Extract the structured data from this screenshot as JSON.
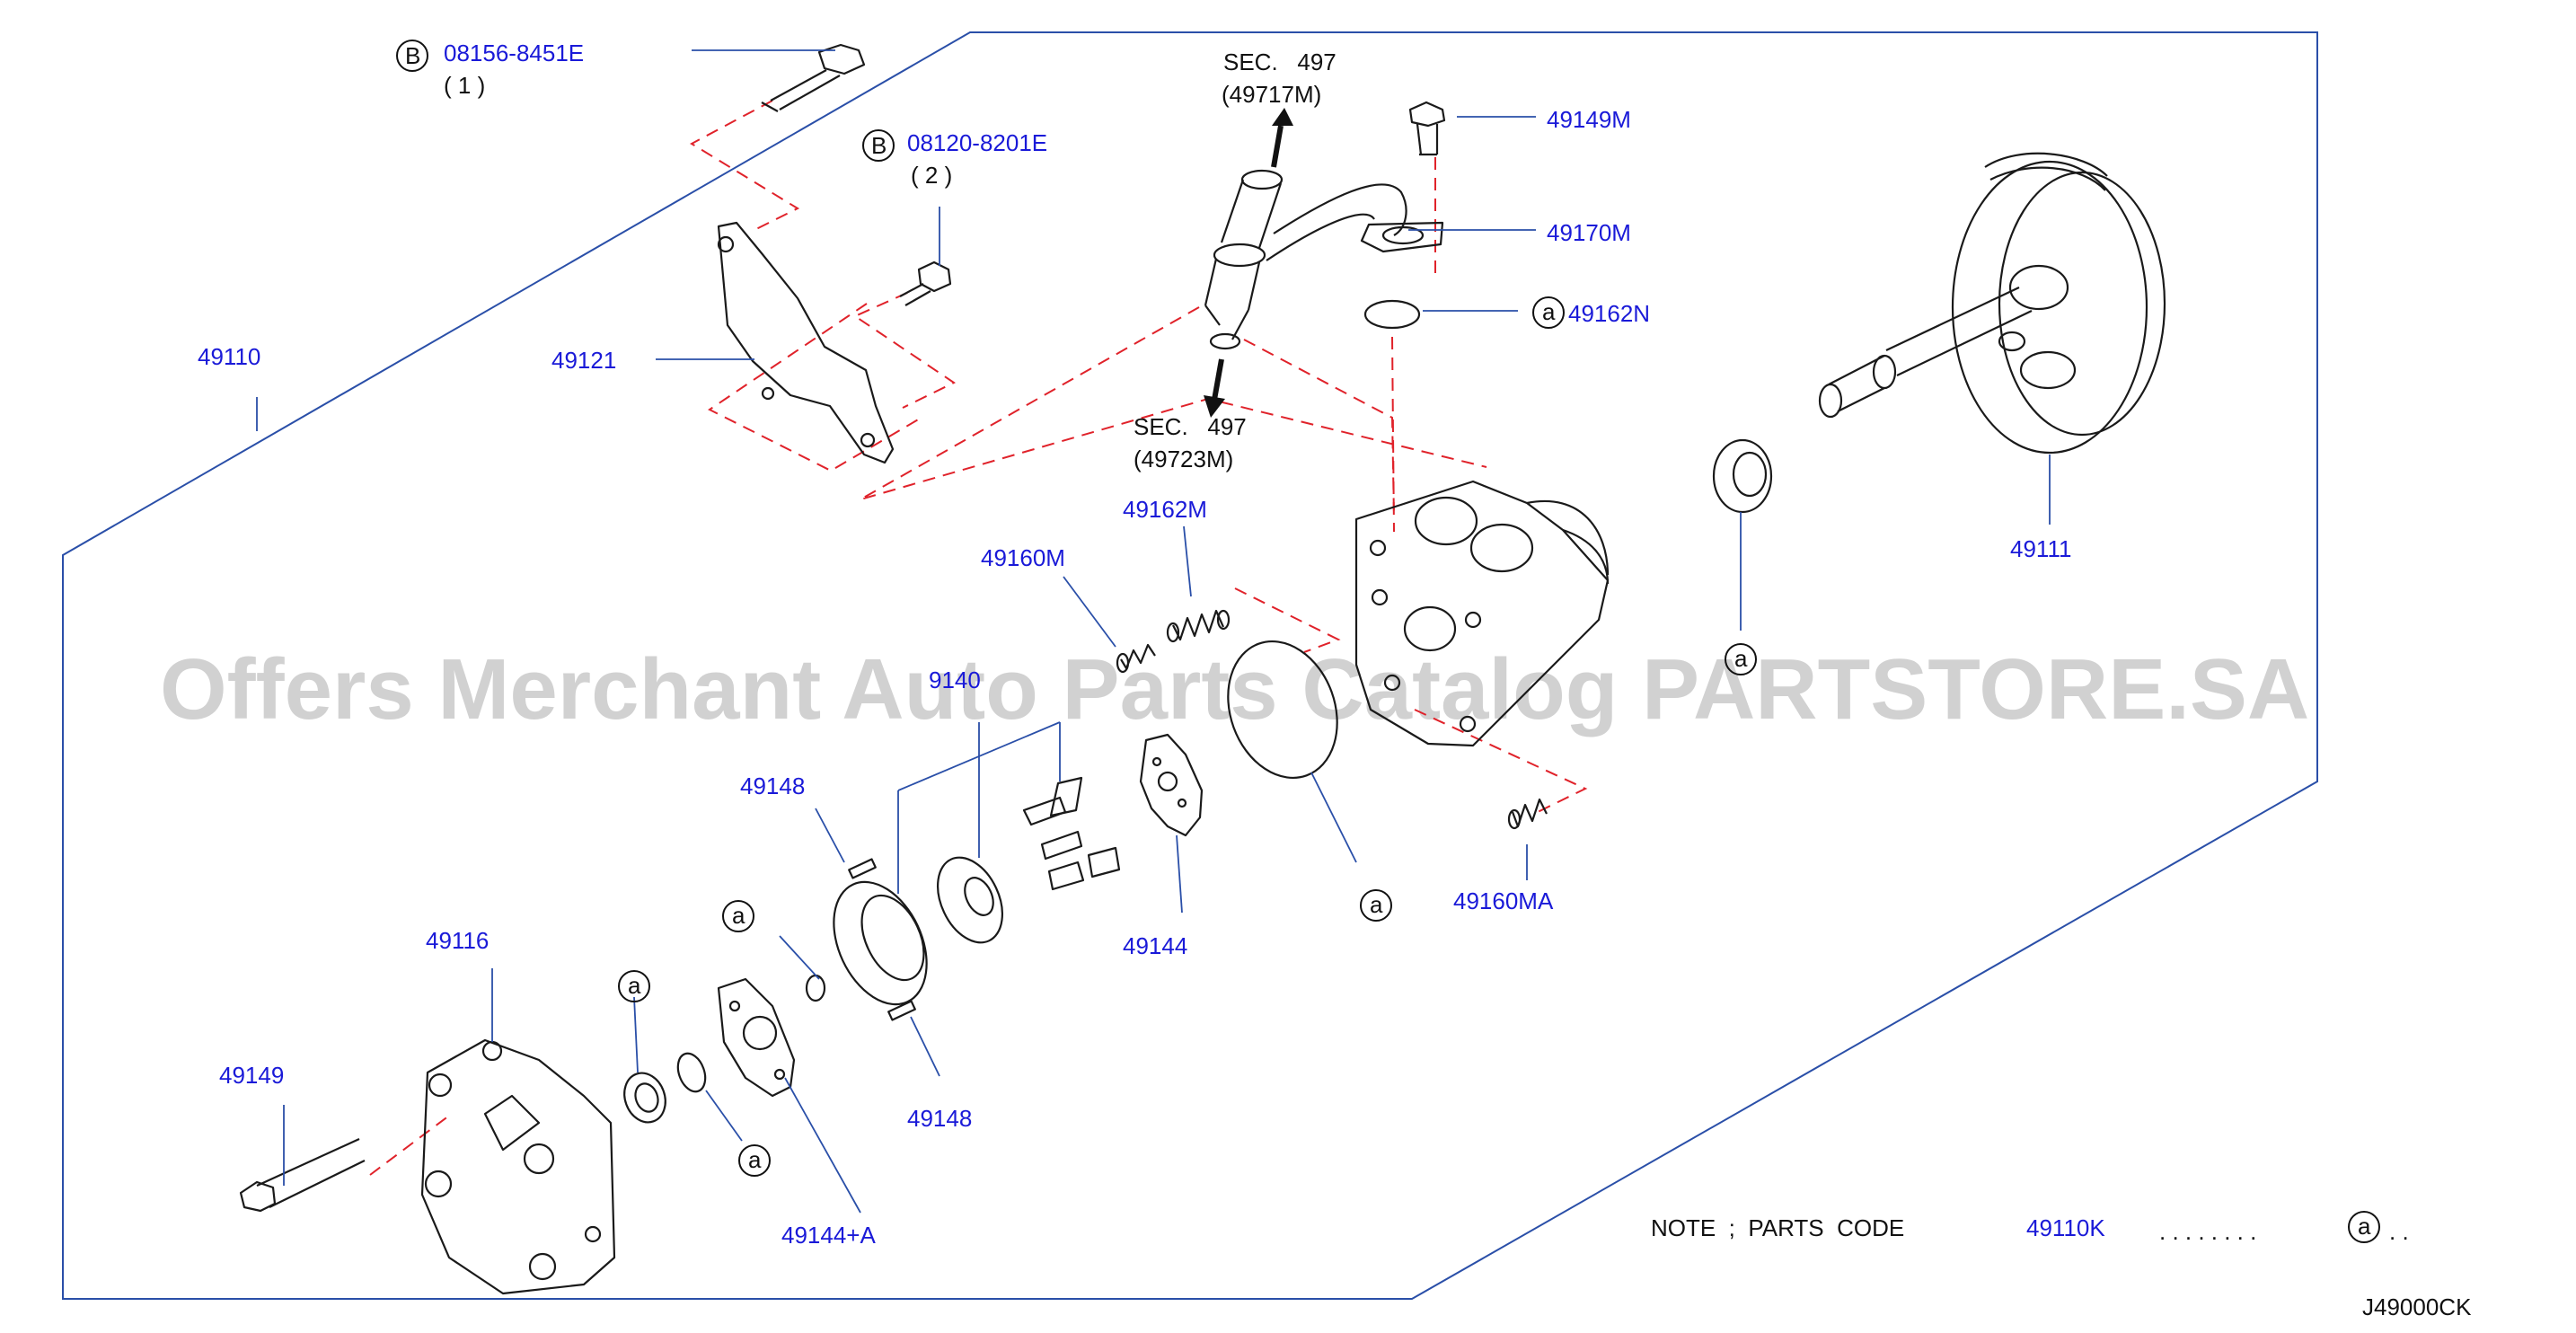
{
  "diagram": {
    "watermark": "Offers Merchant Auto Parts Catalog PARTSTORE.SA",
    "bolt_callouts": [
      {
        "marker": "B",
        "part_no": "08156-8451E",
        "qty": "( 1 )"
      },
      {
        "marker": "B",
        "part_no": "08120-8201E",
        "qty": "( 2 )"
      }
    ],
    "part_labels": {
      "p49110": "49110",
      "p49121": "49121",
      "p49149m": "49149M",
      "p49170m": "49170M",
      "p49162n": "49162N",
      "p49111": "49111",
      "p49162m": "49162M",
      "p49160m": "49160M",
      "p49140": "9140",
      "p49148_top": "49148",
      "p49148_bottom": "49148",
      "p49144": "49144",
      "p49160ma": "49160MA",
      "p49116": "49116",
      "p49149": "49149",
      "p49144a": "49144+A"
    },
    "section_refs": [
      {
        "sec": "SEC.   497",
        "part": "(49717M)"
      },
      {
        "sec": "SEC.   497",
        "part": "(49723M)"
      }
    ],
    "kit_marker": "a",
    "note": {
      "text": "NOTE  ;  PARTS  CODE",
      "code": "49110K",
      "dots_before": ". . . . . . . .",
      "marker": "a",
      "dots_after": ". ."
    },
    "diagram_code": "J49000CK"
  }
}
